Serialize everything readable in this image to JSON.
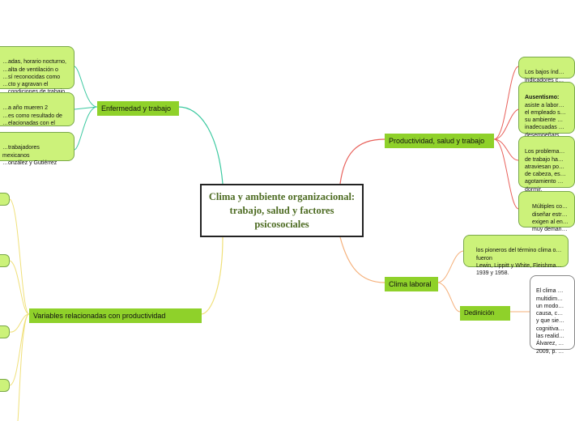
{
  "central": {
    "title": "Clima y ambiente organizacional: trabajo, salud y factores psicosociales"
  },
  "topics": {
    "enfermedad": "Enfermedad y trabajo",
    "variables": "Variables relacionadas con productividad",
    "productividad": "Productividad, salud y trabajo",
    "clima": "Clima laboral",
    "definicion": "Dedinición"
  },
  "leaves": {
    "enf1": "…adas, horario nocturno,\n…alta de ventilación o\n…sí reconocidas como\n…cto y agravan el\n…condiciones de trabajo.",
    "enf2": "…a año mueren 2\n…es como resultado de\n…elacionadas con el",
    "enf3": "…trabajadores mexicanos\n…onzález y Gutiérrez",
    "prod1": "Los bajos índ…\nindicadores c…",
    "prod2_bold": "Ausentismo:",
    "prod2": "asiste a labor…\nel empleado s…\nsu ambiente …\ninadecuadas …\ndesempeñars…",
    "prod3": "Los problema…\nde trabajo ha…\natraviesan po…\nde cabeza, es…\nagotamiento …\ndormir.",
    "prod4": "Múltiples co…\ndiseñar estr…\nexigen al en…\nmuy deman…",
    "clima1": "los pioneros del término clima o…\nfueron\nLewin, Lippitt y White, Fleishma…\n1939 y 1958.",
    "def1": "El clima …\nmultidim…\nun modo…\ncausa, c…\ny que sie…\ncognitiva…\nlas realid…\nÁlvarez, …\n2009, p. …"
  }
}
